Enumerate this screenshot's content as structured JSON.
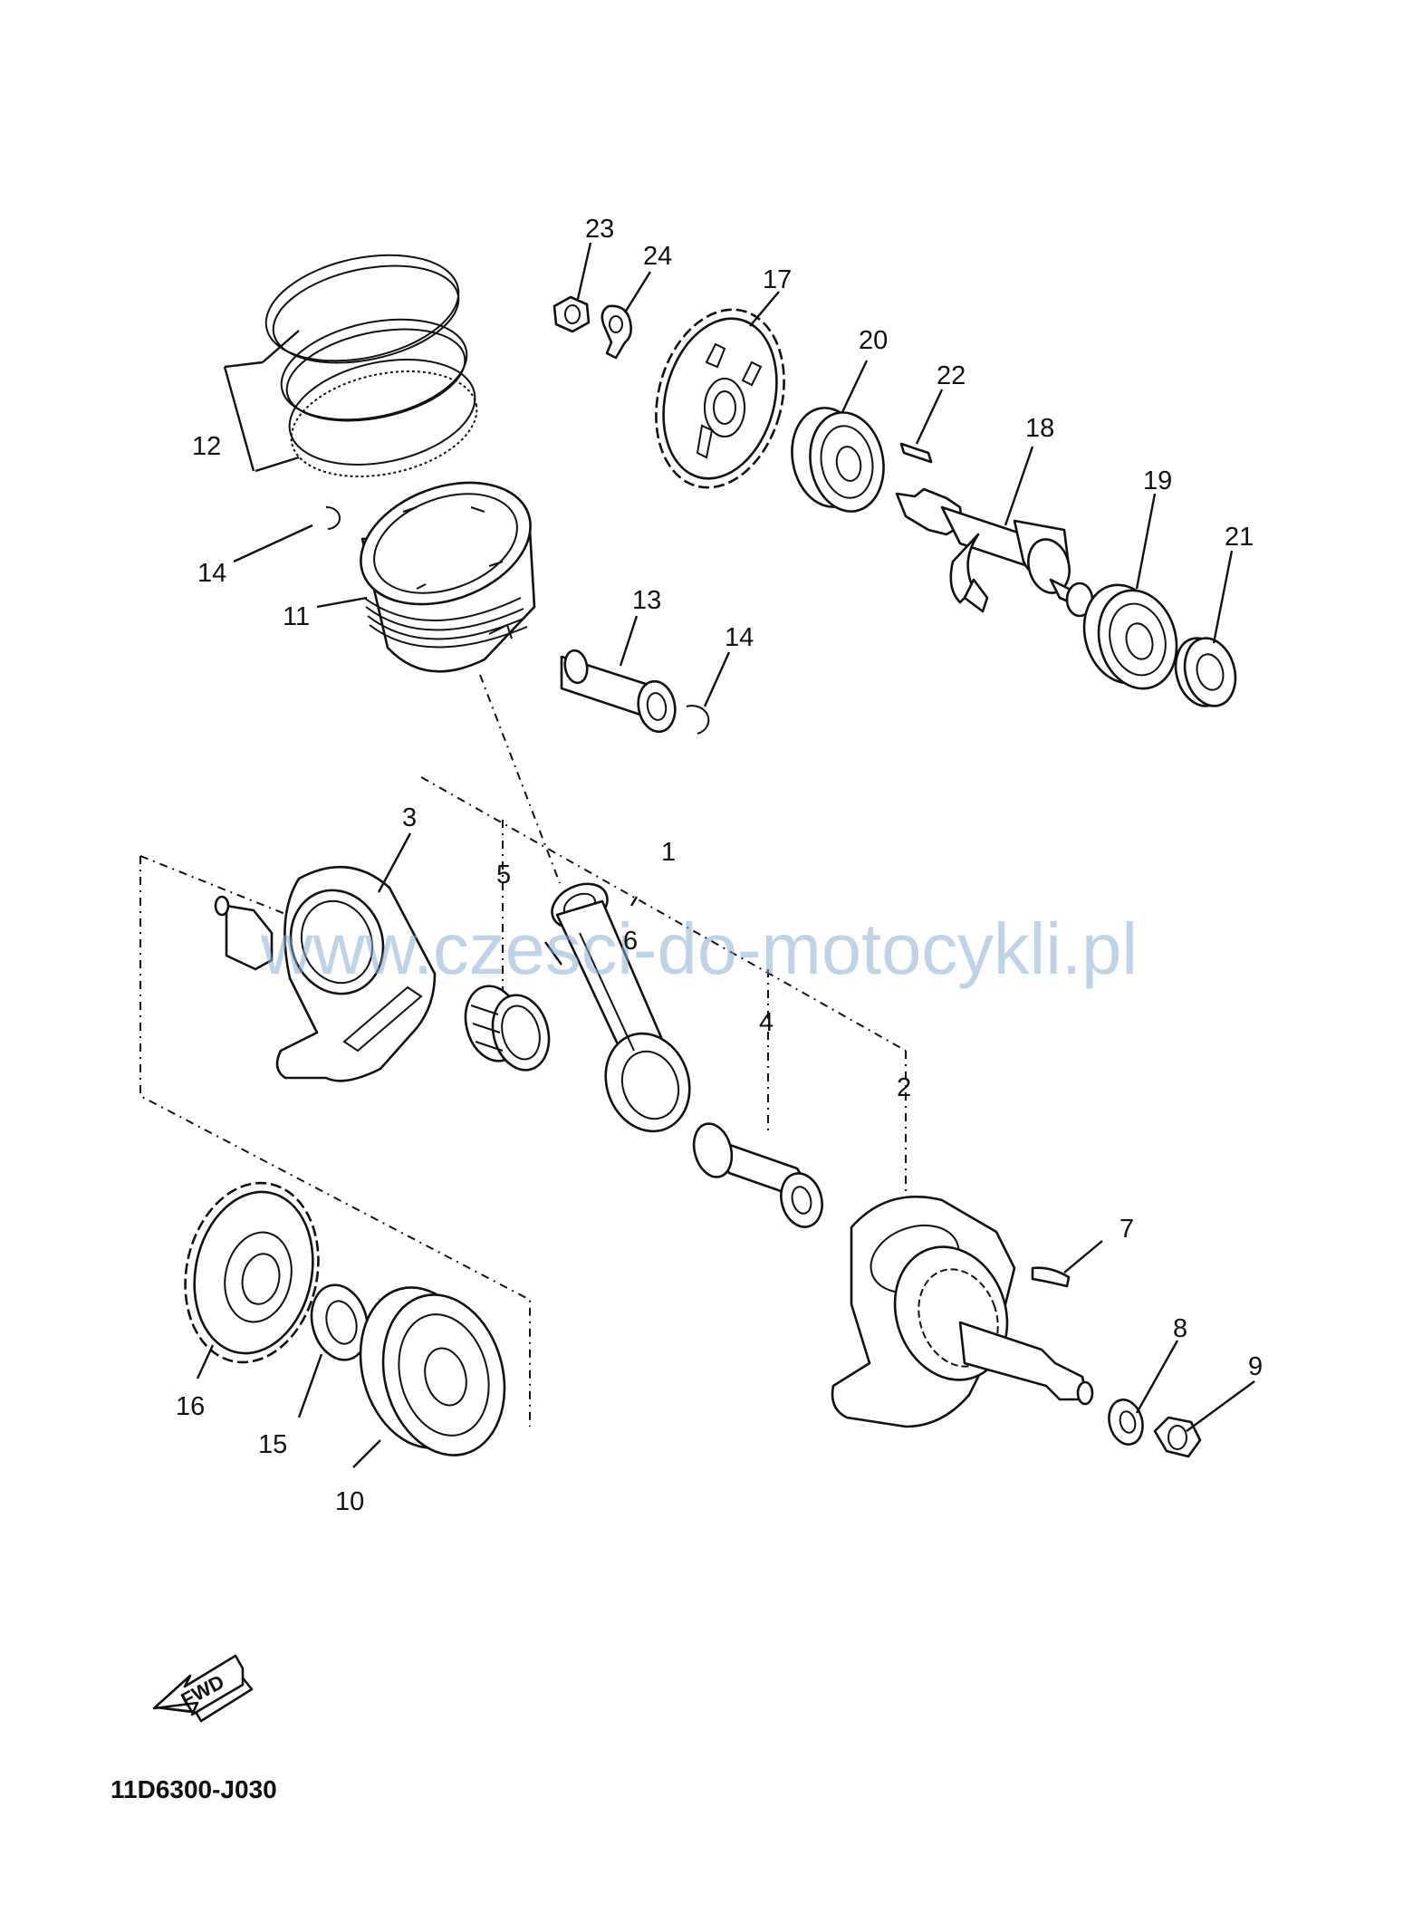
{
  "diagram_code": "11D6300-J030",
  "watermark": "www.czesci-do-motocykli.pl",
  "fwd_label": "FWD",
  "callouts": [
    {
      "id": "c1",
      "text": "1"
    },
    {
      "id": "c2",
      "text": "2"
    },
    {
      "id": "c3",
      "text": "3"
    },
    {
      "id": "c4",
      "text": "4"
    },
    {
      "id": "c5",
      "text": "5"
    },
    {
      "id": "c6",
      "text": "6"
    },
    {
      "id": "c7",
      "text": "7"
    },
    {
      "id": "c8",
      "text": "8"
    },
    {
      "id": "c9",
      "text": "9"
    },
    {
      "id": "c10",
      "text": "10"
    },
    {
      "id": "c11",
      "text": "11"
    },
    {
      "id": "c12",
      "text": "12"
    },
    {
      "id": "c13",
      "text": "13"
    },
    {
      "id": "c14a",
      "text": "14"
    },
    {
      "id": "c14b",
      "text": "14"
    },
    {
      "id": "c15",
      "text": "15"
    },
    {
      "id": "c16",
      "text": "16"
    },
    {
      "id": "c17",
      "text": "17"
    },
    {
      "id": "c18",
      "text": "18"
    },
    {
      "id": "c19",
      "text": "19"
    },
    {
      "id": "c20",
      "text": "20"
    },
    {
      "id": "c21",
      "text": "21"
    },
    {
      "id": "c22",
      "text": "22"
    },
    {
      "id": "c23",
      "text": "23"
    },
    {
      "id": "c24",
      "text": "24"
    }
  ]
}
